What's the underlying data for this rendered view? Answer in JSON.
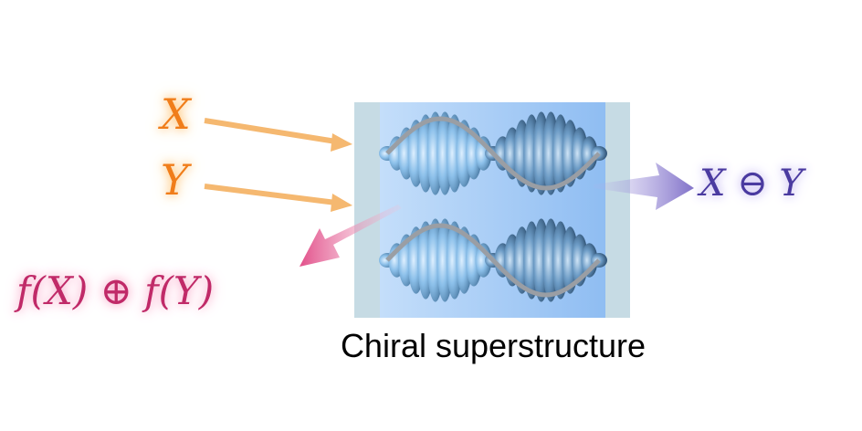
{
  "inputs": {
    "x": "X",
    "y": "Y"
  },
  "outputs": {
    "reflected": "f(X) ⊕ f(Y)",
    "transmitted": "X ⊖ Y"
  },
  "caption": "Chiral superstructure",
  "colors": {
    "input": "#f07d1a",
    "reflected": "#c02a68",
    "transmitted": "#4a3aa0",
    "box": "#a9cdf3",
    "edge": "#c6dbe4"
  }
}
